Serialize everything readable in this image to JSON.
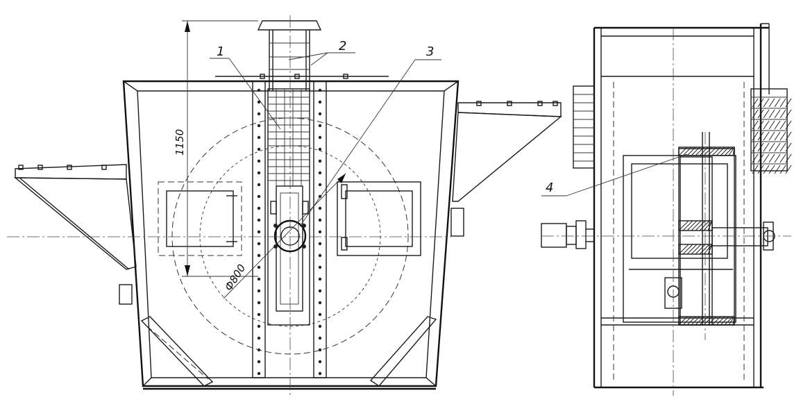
{
  "callouts": {
    "c1": "1",
    "c2": "2",
    "c3": "3",
    "c4": "4"
  },
  "dimensions": {
    "height": "1150",
    "diameter": "Ф800"
  }
}
